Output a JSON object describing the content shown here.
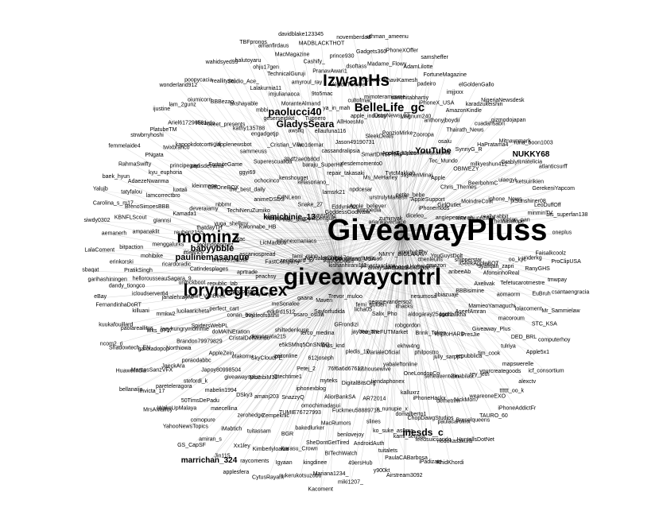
{
  "graph": {
    "hubs": [
      "GiveawayPluss",
      "giveawaycntrl"
    ],
    "major": [
      "IzwanHs",
      "mominz",
      "lorynegracex",
      "BelleLife_gc",
      "inesds_c",
      "paolucci40",
      "GladysSeara",
      "YouTube",
      "NUKKY68",
      "babyybble",
      "paulinemasanque",
      "kimichinie_13",
      "marrichan_324"
    ],
    "minor": [
      "FatKidDeals",
      "Neysalepoulpe",
      "LaChira17",
      "kishanhirani111",
      "tami_minn",
      "DongFang_USA",
      "Maven",
      "cooliopenguin",
      "GerardMolina6",
      "zenithcard_io",
      "GoddessGodivaxx",
      "Trevor_muloo",
      "iphonexmaniacs",
      "pimentaaclara",
      "gaana",
      "sayusing",
      "femi_golden",
      "FastCompany",
      "amupedia",
      "Saylorfudida",
      "mac_and_i",
      "alwaysJAE0915",
      "meSonalee",
      "Eddynk92",
      "licha05",
      "LicMacoco",
      "ariankaversace",
      "osaro_osula",
      "Snake_27",
      "georgevanderso2",
      "peachsy",
      "Apple_believer",
      "GFrondizi",
      "Naijapals",
      "NMYY_BIGLAAAV",
      "edulrd1512",
      "lamsrk21",
      "Salix_Pho",
      "ascaniospread",
      "zuminyak",
      "terco_medina",
      "CdNLeon",
      "AndrabaBoxOffice",
      "geekyranjit",
      "npdcesar",
      "jaybee_am",
      "Kwonnabe_HB",
      "xnnrhyhffhy",
      "shiltedenkuse",
      "kelasoriano_",
      "ithacks",
      "aprtrade",
      "urstrulyMahesh",
      "iiriss_knd",
      "animeDSDS",
      "LHoltonLee",
      "thelifeofsashii",
      "repair_takasaki",
      "RunTheFUTMarket",
      "dtac",
      "diceleo_",
      "e5kSMhq5OnSNf5Q",
      "kenshouget",
      "nesumosa",
      "Waspapping_",
      "Ms_MeHarley",
      "pledis_17",
      "TechiNeruZumiko",
      "chenleuits",
      "democrata215",
      "baraju_SuperHit",
      "robgordon",
      "brendonSkolat",
      "petite_bebe",
      "612joseph",
      "ochocinco",
      "amazon",
      "conan_boy",
      "desdemomento0",
      "MarialeOficial",
      "yuga_shellmy",
      "iPhonemods",
      "zeitonline",
      "3b4f2ae0b80d",
      "aldogaray254gm2",
      "republic_lab",
      "TvtcMakkah",
      "76f6a6d67617",
      "the_best_daily",
      "YouGuysDolt",
      "CristalDelMundo",
      "cassandralipsia",
      "ekhw4ng",
      "teolindogomez",
      "AppleSupport",
      "Petej_2",
      "Superescualida",
      "tibiazuaje",
      "perfect_cart",
      "SmartDNSProxy",
      "isshousewive",
      "nbbmr",
      "angieperezv",
      "SkyCloudPE",
      "wo1demar",
      "Brink_Token",
      "Catindesplages",
      "JayKenMinaj",
      "myteks",
      "ggyi69",
      "anbeeAb",
      "doMAINEration",
      "Jason49190731",
      "yabaleftonline",
      "thatdayTH",
      "GirlOutlet",
      "Otechtime1",
      "_Cristian_Villa",
      "padhalikha",
      "Jordan_VanBeek",
      "AppleEducate",
      "DigitalBitsOrg",
      "GiftOneBOX",
      "shipperstar",
      "otakomu",
      "ellaufuna116",
      "philpostro",
      "iftleency",
      "Apple",
      "iphonexblog",
      "sammeuss",
      "BBBisimine",
      "SpidersWebPL",
      "SleekDeals",
      "tiendaphonex",
      "deveraiamy",
      "airaron",
      "NtombiM16",
      "awsilq",
      "KriptoHARD",
      "unlockboot",
      "nct_stylesdanicacalunia",
      "AliorBankSA",
      "FortniteGame",
      "iGeekAppleBOT",
      "AppleZein",
      "AllHoesMo",
      "OneLondonCo",
      "reubenz155",
      "Chris_Themes",
      "SnazzyQ",
      "engadgetjp",
      "AseefAmran",
      "lucilaaricheta",
      "PonzioMirke",
      "AR72014",
      "kleinmone",
      "chuonzaaa",
      "giveawayspluz",
      "Tupnero",
      "jully_sarpp1",
      "ricardoradic",
      "Tec_Mundo",
      "omochimadasui",
      "applenewsbot",
      "Axelivak",
      "Brandon79979829",
      "apple_industry",
      "kalluxrz",
      "Kamada1",
      "MoindreCout",
      "amanj203",
      "geserseidikit",
      "PresJie",
      "janalehrayne",
      "Zooropa",
      "Fuckmeu58889718",
      "cadisdelrama",
      "syafiqah_zapri",
      "Japoy80998504",
      "ya_in_mah",
      "seheaventeen",
      "menggalurks",
      "OBIWEZY",
      "TUMIE76727993",
      "kathy135788",
      "MamieoYamaguchi",
      "lazyhungrymommie",
      "iDropNews_93",
      "x_nunupie_x",
      "luxtali",
      "reallyrabbit",
      "DSky3",
      "MoranteAlmand",
      "repubblica",
      "hellorousseauSagara_9",
      "osalu",
      "MacRumors",
      "rsgirl",
      "AfonsinhoReal",
      "poraodabbc",
      "cultofmac",
      "iPhoneHackx",
      "giannsi",
      "BeerbohmC",
      "Zempeknic",
      "mbbi",
      "Giveaway_Plus",
      "mmkw2",
      "Magnum240",
      "slines",
      "principegay",
      "TheMasalope",
      "mabelin1994",
      "9to5mac",
      "Zinabilaa",
      "mohibike",
      "SynnyG_R",
      "bakedlurker",
      "tweet_presents",
      "aomaorm",
      "Northiowa",
      "mimoteramimme",
      "domalberto1",
      "lamcorrectbro",
      "iphone_News",
      "zerohedge",
      "imjulianaoca",
      "tim_cook",
      "icloudserver64",
      "anthonyjboydii",
      "benlovejoy",
      "kapookdotcom",
      "oo_kyc",
      "stefordi_k",
      "AlgidaTurkiye",
      "demetrim",
      "ampanaklit",
      "milkyeshun412",
      "BGR",
      "akshayable",
      "macoroum",
      "Mks_0717",
      "sanchitabhartiy",
      "ko_suke_asuma",
      "kyu_euphoria",
      "kurian_pan",
      "maecellina",
      "amyroul_ray",
      "rey_jeth",
      "PratikSingh",
      "Thairath_News",
      "SheDontGetTired",
      "Ricardo",
      "Tefetucarotmestre",
      "JaeckAra",
      "cichuck",
      "ChopDawgStudios",
      "BrenoSimoesBBB",
      "uiaegyi",
      "tuitassam",
      "Lalakurnia11",
      "tulriya",
      "killuani",
      "iPhoneX_USA",
      "AndroidAuth",
      "twixbranco",
      "underkg",
      "50TimsDePadu",
      "PranavAwari1",
      "NickMon7",
      "bitpaction",
      "HaPratama4",
      "Karasu_Crown",
      "BBBezao",
      "lolacoment",
      "garotadopop",
      "BhaviKamesh",
      "kami_semua",
      "AdaezeNwanma",
      "jxSunshiner08",
      "iMabtich",
      "TechnicalGuruji",
      "yourcreategoods",
      "dandy_tiongco",
      "AmazonKindle",
      "BITechWatch",
      "Ariel617296591",
      "RanyGHS",
      "pareteleragora",
      "dsoftass",
      "paulacarolinx",
      "KBNFLScout",
      "GrablyR",
      "Kimberlyloaiza",
      "Studio_Ace_",
      "DED_BRL",
      "paolareallitys",
      "padeiro",
      "tuitalets",
      "PNgata",
      "minminTV",
      "comopure",
      "Cashify_",
      "weareoneEXO",
      "erinkorski",
      "cuadahsabri",
      "kingdinee",
      "oiumicorn",
      "EuBruh",
      "MarcosSanzVFX",
      "Madame_Flowy",
      "feedsuiccando",
      "tatyfalou",
      "ketsuirikien",
      "Xx1ley",
      "ohju17gen",
      "mapswerelle",
      "FernandinhaDoRT",
      "imjjxxx",
      "49ersHub",
      "PlatubeTM",
      "Faisalkcoolz",
      "WakeUpMalaya",
      "prince930",
      "Bruselqueens",
      "aemanerh",
      "Mitnavnmark",
      "Igyaan",
      "reallityzel",
      "STC_KSA",
      "Shadowtech_EN",
      "AdamLilotte",
      "PaulaCABarbosa",
      "RahmaSwifty",
      "LeoDuffOff",
      "amiran_s",
      "MacMagazine",
      "tttttt_oo_k",
      "garihashiningen",
      "karadzukeishin",
      "Mariana1234_",
      "lam_2gunz",
      "tmwpay",
      "Invicta_17",
      "Gadgets360",
      "nodokasakura",
      "Carolina_s_m17",
      "natelicia",
      "raycoments",
      "halutoyaru",
      "Apple5x1",
      "kuukafouillard",
      "FortuneMagazine",
      "y900kt",
      "strwbrryhoshi",
      "oneplus",
      "YahooNewsTopics",
      "MADBLACKTHOT",
      "TAURO_60",
      "LalaComent",
      "gizmodojapan",
      "nukerukotsuzobu",
      "poopycacia",
      "Mr_Sammielaw",
      "Huaweilndia",
      "iPhoneXOffer",
      "iPadizate",
      "baek_hyun",
      "GerekeniYapcom",
      "Jin115",
      "amanfirdaus",
      "alexctv",
      "eBay",
      "elGoldenGallo",
      "miki1207_",
      "ijustine",
      "ProClipUSA",
      "MrsAMalfoy",
      "novemberdad",
      "HuntellsDotNet",
      "siwdy0302",
      "runa_boon1003",
      "CytusRayark",
      "wahidsyed99",
      "computerhoy",
      "ncom2_ri",
      "samsheffer",
      "Airstream3092",
      "femmelaide4",
      "bts_superfan138",
      "GS_CapSF",
      "davidblake123345",
      "iPhoneAddictFr",
      "sbaqat",
      "NigeriaNewsdesk",
      "Kacoment",
      "wonderland912",
      "csantaengracia",
      "bellanaija",
      "uthman_ameenu",
      "KhidKhordi",
      "Yalujb",
      "atlanticsurff",
      "applesfera",
      "TBFpronos",
      "icf_consortium"
    ]
  }
}
